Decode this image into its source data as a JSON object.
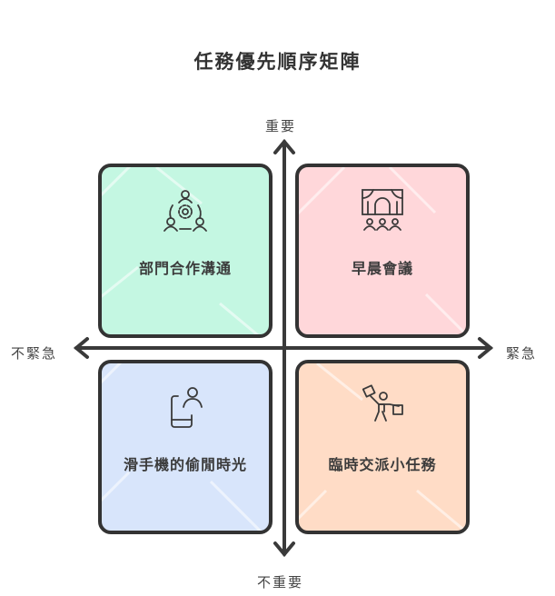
{
  "title": "任務優先順序矩陣",
  "axes": {
    "top": "重要",
    "bottom": "不重要",
    "left": "不緊急",
    "right": "緊急"
  },
  "quadrants": [
    {
      "position": "top-left",
      "label": "部門合作溝通",
      "icon": "team-collaboration-icon",
      "color": "#c4f7e2"
    },
    {
      "position": "top-right",
      "label": "早晨會議",
      "icon": "meeting-room-icon",
      "color": "#ffd7da"
    },
    {
      "position": "bottom-left",
      "label": "滑手機的偷閒時光",
      "icon": "phone-user-icon",
      "color": "#d8e5fb"
    },
    {
      "position": "bottom-right",
      "label": "臨時交派小任務",
      "icon": "person-juggling-tasks-icon",
      "color": "#ffdcc6"
    }
  ],
  "colors": {
    "border": "#333333",
    "text": "#3a3a3a"
  }
}
